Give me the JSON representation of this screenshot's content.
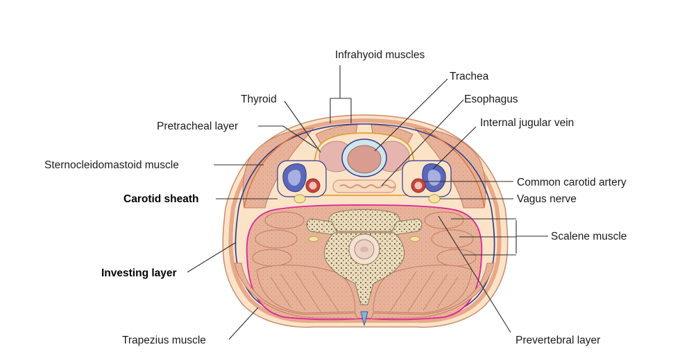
{
  "colors": {
    "skin": "#fbe3c8",
    "muscle": "#e8b49c",
    "muscle_dark": "#d9957c",
    "investing_layer": "#2c3a8f",
    "prevertebral_layer": "#e0229b",
    "pretracheal_layer": "#e3a030",
    "artery_red": "#c7433c",
    "vein_blue": "#5b67b8",
    "nerve_yellow": "#f4e3a3",
    "bone": "#ede0c0"
  },
  "labels": {
    "infrahyoid": "Infrahyoid muscles",
    "trachea": "Trachea",
    "thyroid": "Thyroid",
    "esophagus": "Esophagus",
    "pretracheal": "Pretracheal layer",
    "internal_jugular": "Internal jugular vein",
    "sternocleidomastoid": "Sternocleidomastoid muscle",
    "common_carotid": "Common carotid artery",
    "carotid_sheath": "Carotid sheath",
    "vagus": "Vagus nerve",
    "scalene": "Scalene muscle",
    "investing": "Investing layer",
    "trapezius": "Trapezius muscle",
    "prevertebral": "Prevertebral layer"
  }
}
